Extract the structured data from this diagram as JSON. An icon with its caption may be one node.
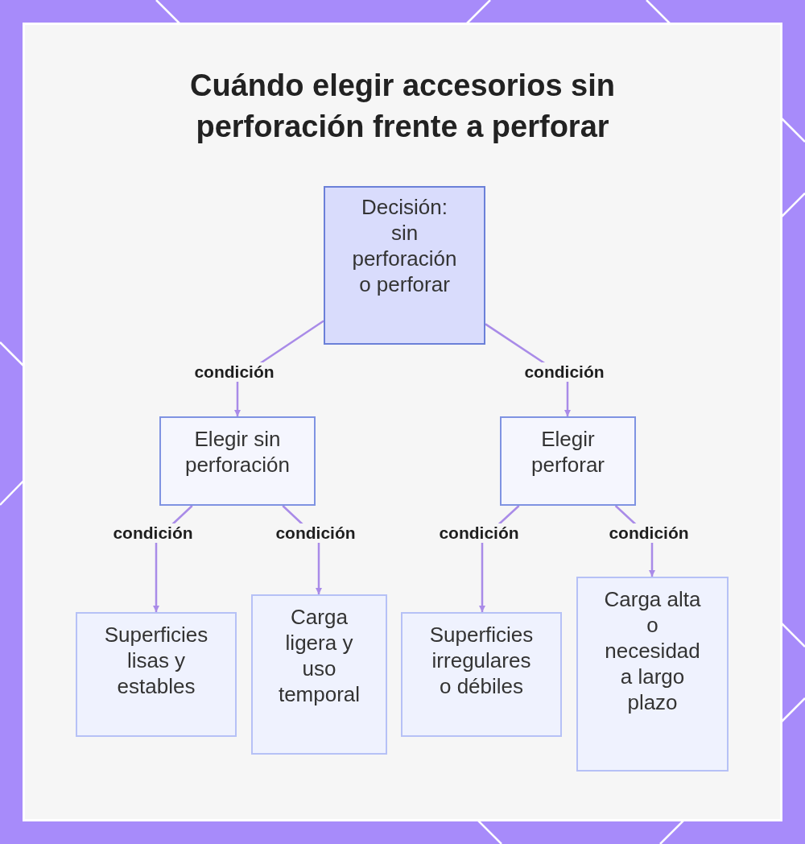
{
  "diagram": {
    "title": "Cuándo elegir accesorios sin perforación frente a perforar",
    "nodes": [
      {
        "text": [
          "Decisión: sin perforación o perforar"
        ]
      },
      {
        "text": [
          "Elegir sin perforación"
        ]
      },
      {
        "text": [
          "Elegir perforar"
        ]
      },
      {
        "text": [
          "Superficies lisas y estables"
        ]
      },
      {
        "text": [
          "Carga ligera y uso temporal"
        ]
      },
      {
        "text": [
          "Superficies irregulares o débiles"
        ]
      },
      {
        "text": [
          "Carga alta o necesidad a largo plazo"
        ]
      }
    ],
    "edges": [
      {
        "from": 0,
        "to": 1,
        "arrow": "to",
        "label": "condición"
      },
      {
        "from": 0,
        "to": 2,
        "arrow": "to",
        "label": "condición"
      },
      {
        "from": 1,
        "to": 3,
        "arrow": "to",
        "label": "condición"
      },
      {
        "from": 1,
        "to": 4,
        "arrow": "to",
        "label": "condición"
      },
      {
        "from": 2,
        "to": 5,
        "arrow": "to",
        "label": "condición"
      },
      {
        "from": 2,
        "to": 6,
        "arrow": "to",
        "label": "condición"
      }
    ]
  }
}
